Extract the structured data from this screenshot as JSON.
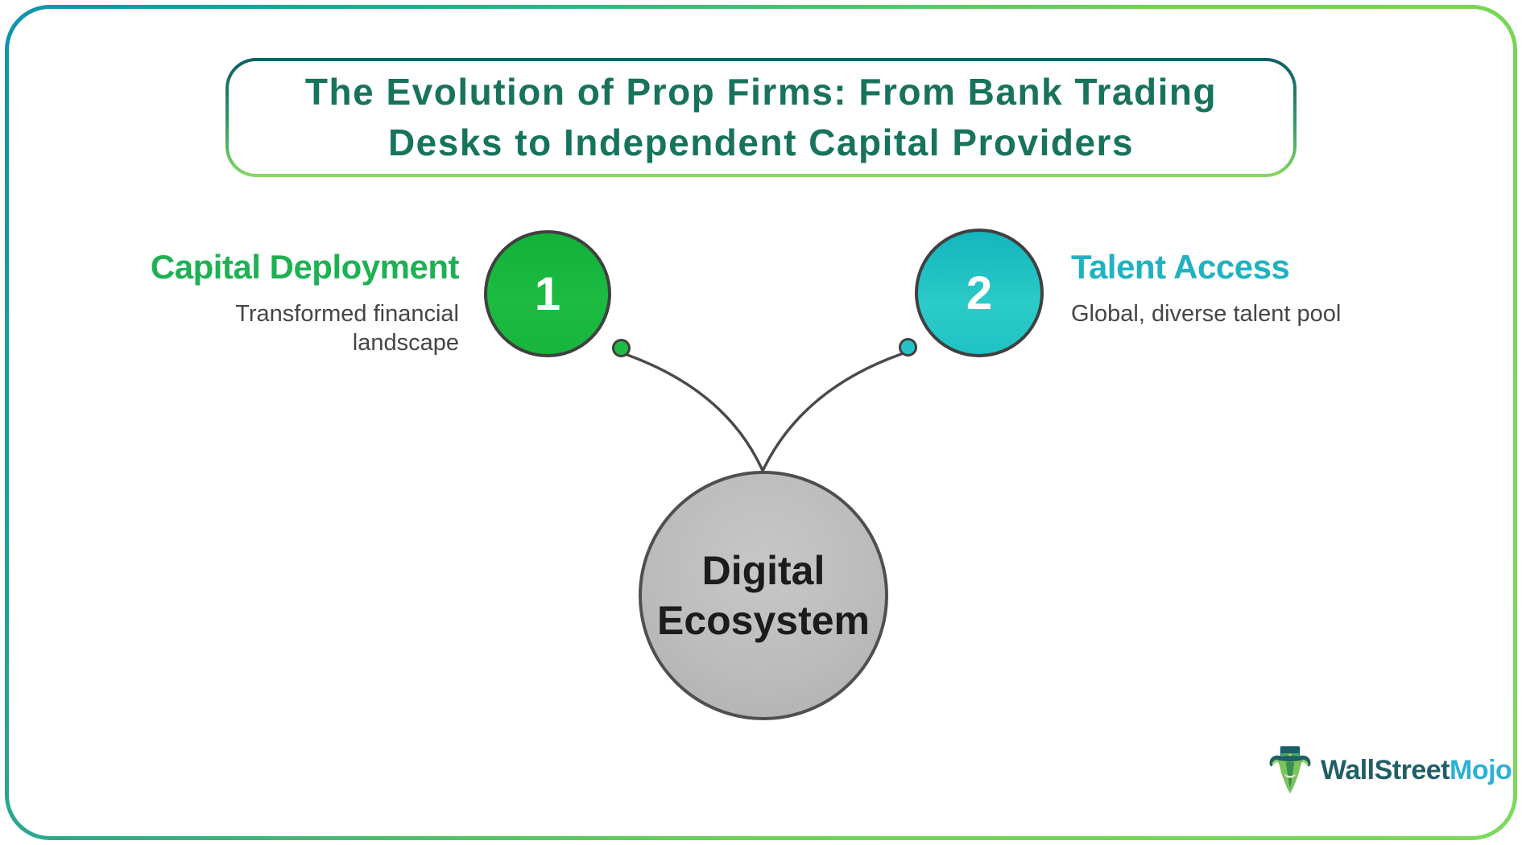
{
  "frame": {
    "border_gradient": [
      "#0e93ae",
      "#6fd355"
    ]
  },
  "title": {
    "line1": "The Evolution of Prop Firms: From Bank Trading",
    "line2": "Desks to Independent Capital Providers",
    "text_color": "#17735c",
    "border_gradient": [
      "#0d5f68",
      "#86d95f"
    ]
  },
  "nodes": [
    {
      "number": "1",
      "label": "Capital Deployment",
      "label_color": "#1eb153",
      "desc_lines": [
        "Transformed financial",
        "landscape"
      ],
      "circle_color": "#17b53c",
      "dot_color": "#20ba44"
    },
    {
      "number": "2",
      "label": "Talent Access",
      "label_color": "#1eb2c3",
      "desc_lines": [
        "Global, diverse talent pool"
      ],
      "circle_color": "#1fc2c4",
      "dot_color": "#25c3c7"
    }
  ],
  "center_node": {
    "line1": "Digital",
    "line2": "Ecosystem",
    "fill_color": "#bcbcbc",
    "text_color": "#1c1c1c"
  },
  "connectors": {
    "line_color": "#4a4a4a"
  },
  "logo": {
    "brand_part1": "WallStreet",
    "brand_part2": "Mojo",
    "part1_color": "#215f66",
    "part2_color": "#2cb0d6",
    "icon": "bull-with-top-hat-icon"
  }
}
